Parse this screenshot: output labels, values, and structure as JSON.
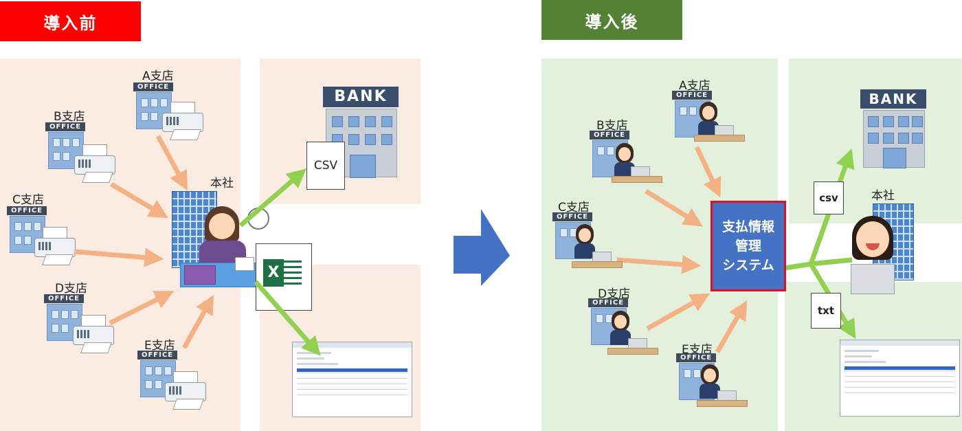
{
  "before": {
    "title": "導入前",
    "title_color": "#ff0000",
    "branches": [
      "A支店",
      "B支店",
      "C支店",
      "D支店",
      "E支店"
    ],
    "office_sign": "OFFICE",
    "hq_label": "本社",
    "bank_sign": "BANK",
    "csv_label": "CSV",
    "excel_icon_letter": "X"
  },
  "after": {
    "title": "導入後",
    "title_color": "#548235",
    "branches": [
      "A支店",
      "B支店",
      "C支店",
      "D支店",
      "E支店"
    ],
    "office_sign": "OFFICE",
    "system_lines": [
      "支払情報",
      "管理",
      "システム"
    ],
    "bank_sign": "BANK",
    "csv_label": "csv",
    "txt_label": "txt",
    "hq_label": "本社"
  },
  "colors": {
    "pink_panel": "#fbece3",
    "green_panel": "#e3f0dc",
    "orange_arrow": "#f4b183",
    "green_arrow": "#92d050",
    "center_arrow": "#4472c4",
    "system_box": "#4472c4",
    "system_border": "#e01020"
  }
}
